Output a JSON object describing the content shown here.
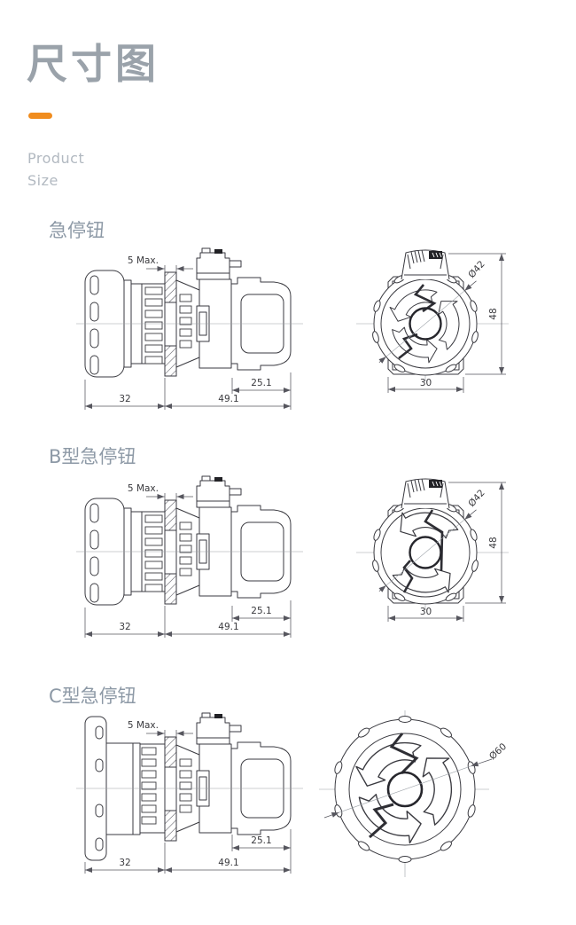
{
  "page": {
    "title": "尺寸图",
    "eyebrow_line1": "Product",
    "eyebrow_line2": "Size",
    "accent_color": "#F08C1E",
    "background_color": "#FFFFFF",
    "title_color": "#9AA2AA",
    "section_heading_color": "#8D99A6"
  },
  "sections": [
    {
      "heading": "急停钮",
      "side": {
        "panel_max": "5 Max.",
        "contact_depth": "25.1",
        "body_depth": "49.1",
        "head_depth": "32"
      },
      "front": {
        "diameter": "Ø42",
        "height": "48",
        "width": "30"
      }
    },
    {
      "heading": "B型急停钮",
      "side": {
        "panel_max": "5 Max.",
        "contact_depth": "25.1",
        "body_depth": "49.1",
        "head_depth": "32"
      },
      "front": {
        "diameter": "Ø42",
        "height": "48",
        "width": "30"
      }
    },
    {
      "heading": "C型急停钮",
      "side": {
        "panel_max": "5 Max.",
        "contact_depth": "25.1",
        "body_depth": "49.1",
        "head_depth": "32"
      },
      "front": {
        "diameter": "Ø60"
      }
    }
  ]
}
